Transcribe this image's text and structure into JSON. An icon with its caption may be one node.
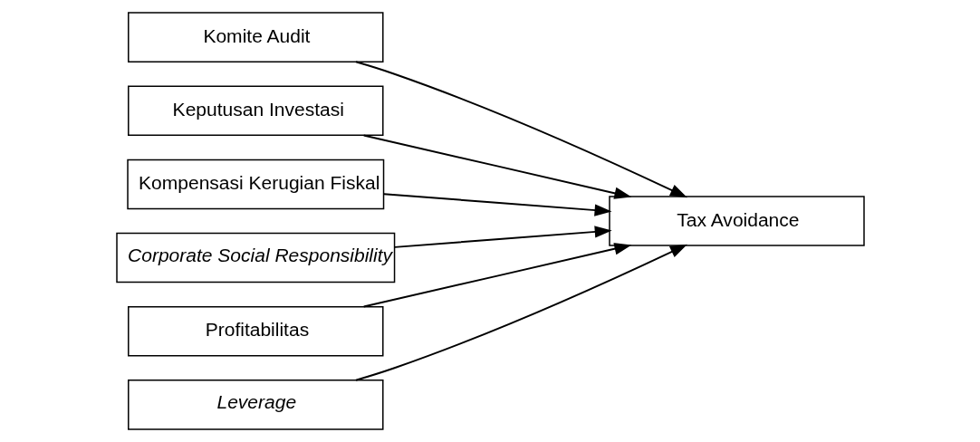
{
  "diagram": {
    "nodes": [
      {
        "text": [
          "Komite Audit"
        ]
      },
      {
        "text": [
          "Keputusan Investasi"
        ]
      },
      {
        "text": [
          "Kompensasi Kerugian Fiskal"
        ]
      },
      {
        "text": [
          "Corporate Social Responsibility"
        ]
      },
      {
        "text": [
          "Profitabilitas"
        ]
      },
      {
        "text": [
          "Leverage"
        ]
      },
      {
        "text": [
          "Tax Avoidance"
        ]
      }
    ],
    "edges": [
      {
        "from": 0,
        "to": 6,
        "arrow": "to"
      },
      {
        "from": 1,
        "to": 6,
        "arrow": "to"
      },
      {
        "from": 2,
        "to": 6,
        "arrow": "to"
      },
      {
        "from": 3,
        "to": 6,
        "arrow": "to"
      },
      {
        "from": 4,
        "to": 6,
        "arrow": "to"
      },
      {
        "from": 5,
        "to": 6,
        "arrow": "to"
      }
    ]
  }
}
